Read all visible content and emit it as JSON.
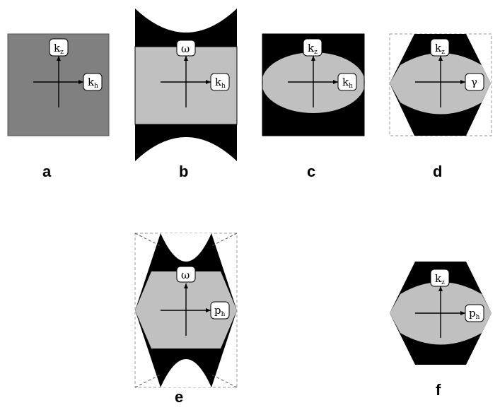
{
  "panels": [
    {
      "id": "a",
      "label": "a",
      "top_axis": {
        "main": "k",
        "sub": "z"
      },
      "right_axis": {
        "main": "k",
        "sub": "h"
      }
    },
    {
      "id": "b",
      "label": "b",
      "top_axis": {
        "main": "ω",
        "sub": ""
      },
      "right_axis": {
        "main": "k",
        "sub": "h"
      }
    },
    {
      "id": "c",
      "label": "c",
      "top_axis": {
        "main": "k",
        "sub": "z"
      },
      "right_axis": {
        "main": "k",
        "sub": "h"
      }
    },
    {
      "id": "d",
      "label": "d",
      "top_axis": {
        "main": "k",
        "sub": "z"
      },
      "right_axis": {
        "main": "γ",
        "sub": ""
      }
    },
    {
      "id": "e",
      "label": "e",
      "top_axis": {
        "main": "ω",
        "sub": ""
      },
      "right_axis": {
        "main": "p",
        "sub": "h"
      }
    },
    {
      "id": "f",
      "label": "f",
      "top_axis": {
        "main": "k",
        "sub": "z"
      },
      "right_axis": {
        "main": "p",
        "sub": "h"
      }
    }
  ],
  "colors": {
    "dark_gray": "#808080",
    "light_gray": "#c0c0c0",
    "black": "#000000",
    "white": "#ffffff"
  }
}
